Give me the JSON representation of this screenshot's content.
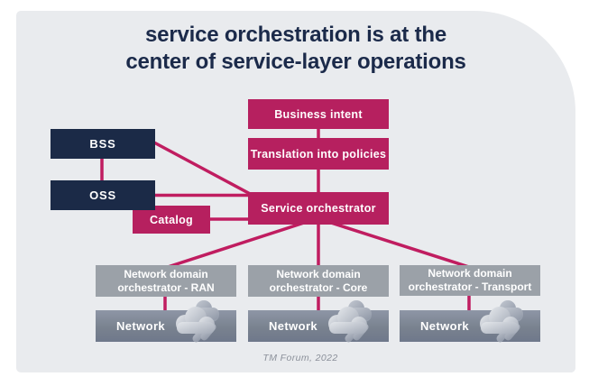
{
  "title": {
    "line1": "service orchestration is at the",
    "line2": "center of service-layer operations"
  },
  "boxes": {
    "business_intent": "Business intent",
    "translation": "Translation into policies",
    "bss": "BSS",
    "oss": "OSS",
    "catalog": "Catalog",
    "service_orchestrator": "Service orchestrator"
  },
  "columns": [
    {
      "orchestrator": "Network domain orchestrator - RAN",
      "network": "Network"
    },
    {
      "orchestrator": "Network domain orchestrator - Core",
      "network": "Network"
    },
    {
      "orchestrator": "Network domain orchestrator - Transport",
      "network": "Network"
    }
  ],
  "footer": {
    "source": "TM Forum, 2022"
  },
  "icons": {
    "cloud": "cloud-icon"
  },
  "colors": {
    "magenta_box": "#b6205f",
    "navy_box": "#1b2a47",
    "connector_line": "#c01d60",
    "domain_box_gray": "#9ba1a8",
    "network_box_gray": "#79828f",
    "panel_background": "#e9ebee",
    "title_text": "#1b2a4a"
  }
}
